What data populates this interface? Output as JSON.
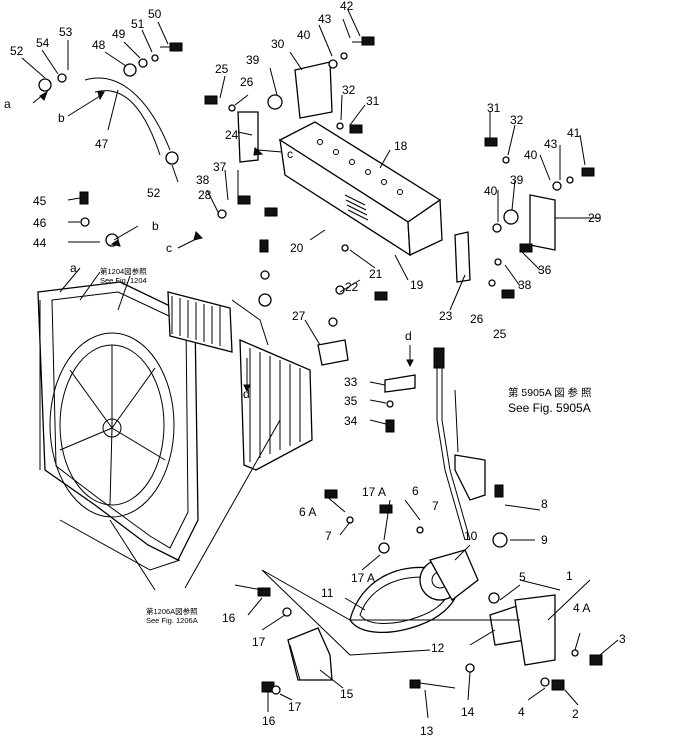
{
  "callouts": {
    "n1": "1",
    "n2": "2",
    "n3": "3",
    "n4": "4",
    "n4a": "4 A",
    "n5": "5",
    "n6": "6",
    "n6a": "6 A",
    "n7a": "7",
    "n7b": "7",
    "n8": "8",
    "n9": "9",
    "n10": "10",
    "n11": "11",
    "n12": "12",
    "n13": "13",
    "n14": "14",
    "n15": "15",
    "n16a": "16",
    "n16b": "16",
    "n17a": "17",
    "n17b": "17",
    "n17c": "17 A",
    "n17d": "17 A",
    "n18": "18",
    "n19": "19",
    "n20": "20",
    "n21": "21",
    "n22": "22",
    "n23": "23",
    "n24": "24",
    "n25a": "25",
    "n25b": "25",
    "n26a": "26",
    "n26b": "26",
    "n27": "27",
    "n28": "28",
    "n29": "29",
    "n30": "30",
    "n31a": "31",
    "n31b": "31",
    "n32a": "32",
    "n32b": "32",
    "n33": "33",
    "n34": "34",
    "n35": "35",
    "n36": "36",
    "n37": "37",
    "n38a": "38",
    "n38b": "38",
    "n39a": "39",
    "n39b": "39",
    "n40a": "40",
    "n40b": "40",
    "n40c": "40",
    "n41": "41",
    "n42": "42",
    "n43a": "43",
    "n43b": "43",
    "n44": "44",
    "n45": "45",
    "n46": "46",
    "n47": "47",
    "n48": "48",
    "n49": "49",
    "n50": "50",
    "n51": "51",
    "n52a": "52",
    "n52b": "52",
    "n53": "53",
    "n54": "54"
  },
  "connectors": {
    "a1": "a",
    "a2": "a",
    "b1": "b",
    "b2": "b",
    "c1": "c",
    "c2": "c",
    "d1": "d",
    "d2": "d"
  },
  "references": {
    "fig1204_jp": "第1204図参照",
    "fig1204_en": "See Fig. 1204",
    "fig5905a_jp": "第 5905A 図 参 照",
    "fig5905a_en": "See Fig. 5905A",
    "fig1206a_jp": "第1206A図参照",
    "fig1206a_en": "See Fig. 1206A"
  }
}
